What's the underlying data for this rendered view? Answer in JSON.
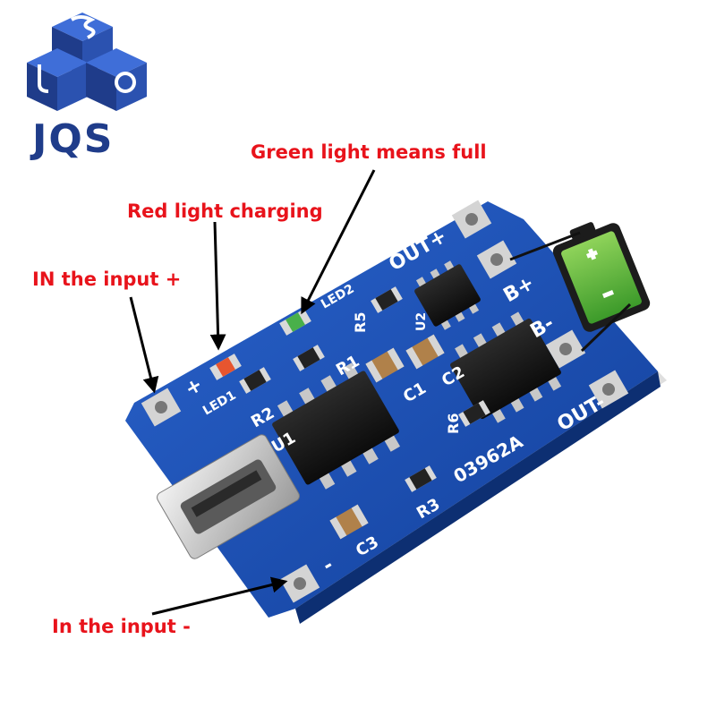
{
  "brand": {
    "name": "JQS",
    "colors": {
      "primary": "#1f3c8a",
      "accent": "#2f5cc4"
    }
  },
  "callouts": {
    "green_full": "Green light means full",
    "red_charging": "Red light charging",
    "in_plus": "IN the input +",
    "in_minus": "In the input -"
  },
  "board": {
    "color": "#1a4fb8",
    "labels": {
      "out_plus": "OUT+",
      "out_minus": "OUT-",
      "b_plus": "B+",
      "b_minus": "B-",
      "led1": "LED1",
      "led2": "LED2",
      "r1": "R1",
      "r2": "R2",
      "r3": "R3",
      "r5": "R5",
      "r6": "R6",
      "c1": "C1",
      "c2": "C2",
      "c3": "C3",
      "u1": "U1",
      "u2": "U2",
      "code": "03962A",
      "plus": "+",
      "minus": "-"
    }
  },
  "battery_icon": "battery-charging-icon",
  "callout_color": "#e8131b"
}
